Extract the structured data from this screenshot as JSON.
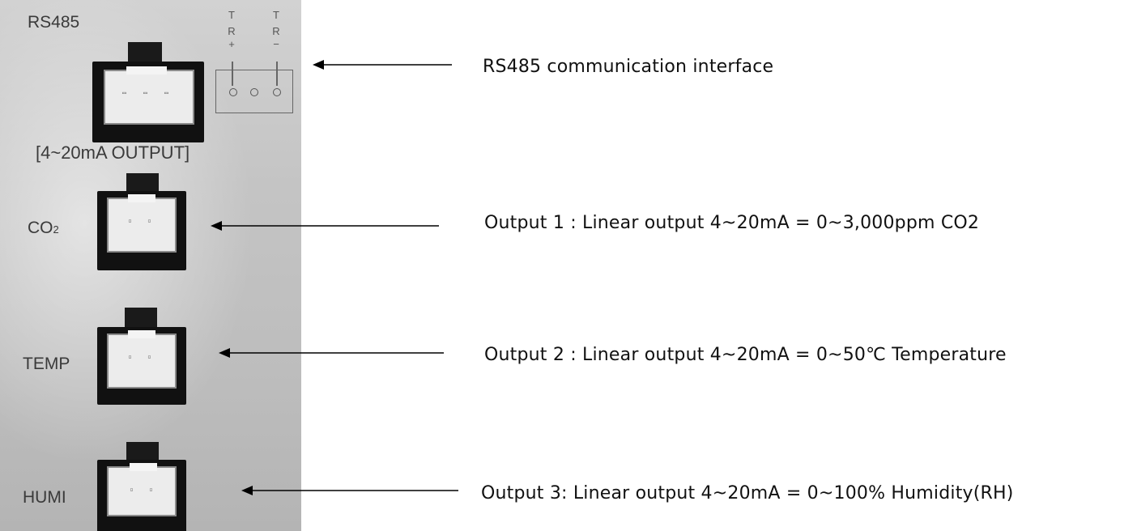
{
  "panel": {
    "rs485_label": "RS485",
    "output_header": "[4~20mA OUTPUT]",
    "co2_label_main": "CO",
    "co2_label_sub": "2",
    "temp_label": "TEMP",
    "humi_label": "HUMI",
    "terminal": {
      "left_t": "T",
      "left_r": "R",
      "left_sign": "+",
      "right_t": "T",
      "right_r": "R",
      "right_sign": "−"
    }
  },
  "annotations": [
    {
      "text": "RS485 communication interface"
    },
    {
      "text": "Output 1 : Linear output 4~20mA = 0~3,000ppm CO2"
    },
    {
      "text": "Output 2 : Linear output 4~20mA = 0~50℃ Temperature"
    },
    {
      "text": "Output 3: Linear output 4~20mA = 0~100% Humidity(RH)"
    }
  ]
}
